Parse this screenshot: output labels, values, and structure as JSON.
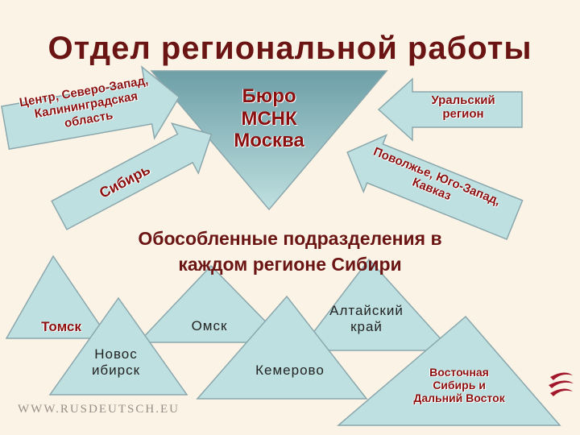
{
  "title": "Отдел региональной работы",
  "center": {
    "line1": "Бюро",
    "line2": "МСНК",
    "line3": "Москва"
  },
  "arrows": {
    "northwest": {
      "line1": "Центр, Северо-Запад,",
      "line2": "Калининградская",
      "line3": "область"
    },
    "siberia": "Сибирь",
    "ural": {
      "line1": "Уральский",
      "line2": "регион"
    },
    "volga": {
      "line1": "Поволжье, Юго-Запад,",
      "line2": "Кавказ"
    }
  },
  "subtitle": {
    "line1": "Обособленные подразделения в",
    "line2": "каждом регионе Сибири"
  },
  "branches": {
    "tomsk": "Томск",
    "omsk": "Омск",
    "altai": {
      "line1": "Алтайский",
      "line2": "край"
    },
    "novosibirsk": {
      "line1": "Новос",
      "line2": "ибирск"
    },
    "kemerovo": "Кемерово",
    "east": {
      "line1": "Восточная",
      "line2": "Сибирь и",
      "line3": "Дальний Восток"
    }
  },
  "footer": "WWW.RUSDEUTSCH.EU",
  "colors": {
    "shape_fill": "#bfe0e0",
    "shape_stroke": "#8aa7ad",
    "title": "#6b1414",
    "label_red": "#8a1010",
    "background": "#fbf4e6"
  }
}
